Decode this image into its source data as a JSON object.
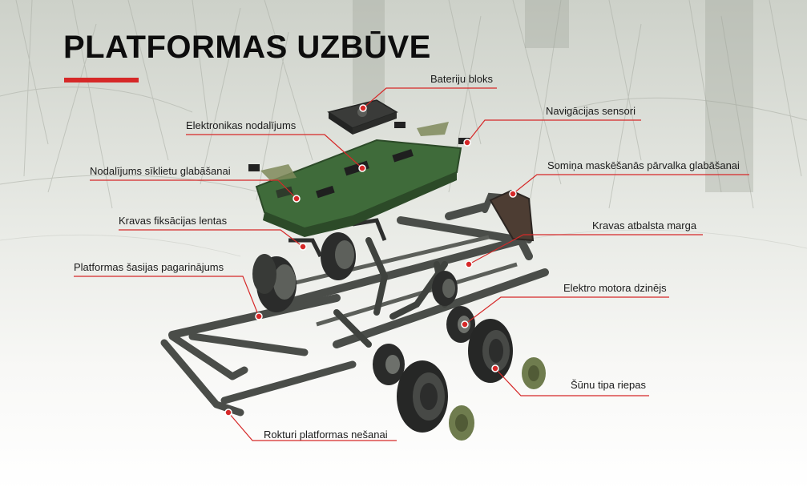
{
  "title": "PLATFORMAS UZBŪVE",
  "colors": {
    "accent": "#d62828",
    "chassis": "#4a4d49",
    "hull_green": "#3f6b3a",
    "hull_dark": "#2c4a28",
    "tire": "#2b2c2b",
    "hub_olive": "#6f7c4e"
  },
  "callouts": [
    {
      "id": "battery",
      "label": "Bateriju bloks"
    },
    {
      "id": "navigation",
      "label": "Navigācijas sensori"
    },
    {
      "id": "electronics",
      "label": "Elektronikas nodalījums"
    },
    {
      "id": "bowl",
      "label": "Nodalījums sīklietu glabāšanai"
    },
    {
      "id": "camo-bag",
      "label": "Somiņa maskēšanās pārvalka glabāšanai"
    },
    {
      "id": "straps",
      "label": "Kravas fiksācijas lentas"
    },
    {
      "id": "cargo-rail",
      "label": "Kravas atbalsta marga"
    },
    {
      "id": "extension",
      "label": "Platformas šasijas pagarinājums"
    },
    {
      "id": "motor",
      "label": "Elektro motora dzinējs"
    },
    {
      "id": "tires",
      "label": "Šūnu tipa riepas"
    },
    {
      "id": "handles",
      "label": "Rokturi platformas nešanai"
    }
  ]
}
